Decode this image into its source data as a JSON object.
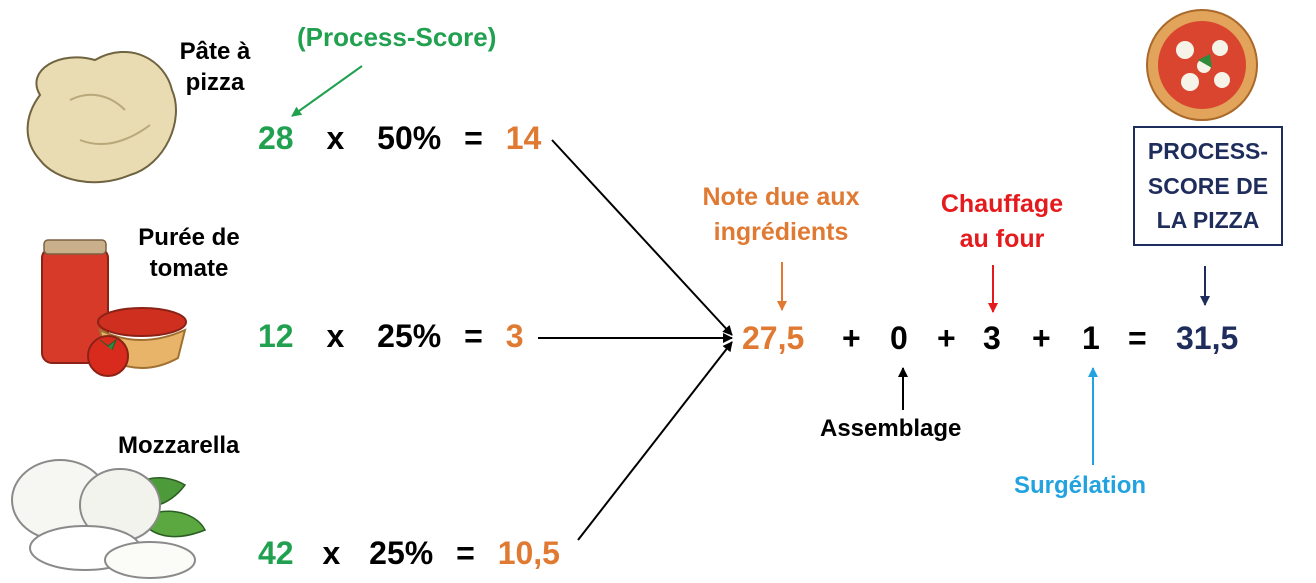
{
  "process_score_label": "(Process-Score)",
  "ingredients": [
    {
      "name_l1": "Pâte à",
      "name_l2": "pizza",
      "score": "28",
      "x": "x",
      "pct": "50%",
      "eq": "=",
      "result": "14"
    },
    {
      "name_l1": "Purée de",
      "name_l2": "tomate",
      "score": "12",
      "x": "x",
      "pct": "25%",
      "eq": "=",
      "result": "3"
    },
    {
      "name_l1": "Mozzarella",
      "name_l2": "",
      "score": "42",
      "x": "x",
      "pct": "25%",
      "eq": "=",
      "result": "10,5"
    }
  ],
  "total": {
    "ingredients_value": "27,5",
    "plus1": "+",
    "assembly_value": "0",
    "plus2": "+",
    "oven_value": "3",
    "plus3": "+",
    "freezing_value": "1",
    "equals": "=",
    "final_value": "31,5"
  },
  "annotations": {
    "ingredients_note_l1": "Note due aux",
    "ingredients_note_l2": "ingrédients",
    "oven_l1": "Chauffage",
    "oven_l2": "au four",
    "assembly": "Assemblage",
    "freezing": "Surgélation",
    "final_box_l1": "PROCESS-",
    "final_box_l2": "SCORE DE",
    "final_box_l3": "LA PIZZA"
  },
  "colors": {
    "score": "#21a150",
    "result": "#e07a33",
    "final": "#1f2d5c",
    "oven": "#e41a1c",
    "freezing": "#22a3e0"
  },
  "icons": [
    "pizza-dough-image",
    "tomato-puree-image",
    "mozzarella-image",
    "pizza-image"
  ]
}
